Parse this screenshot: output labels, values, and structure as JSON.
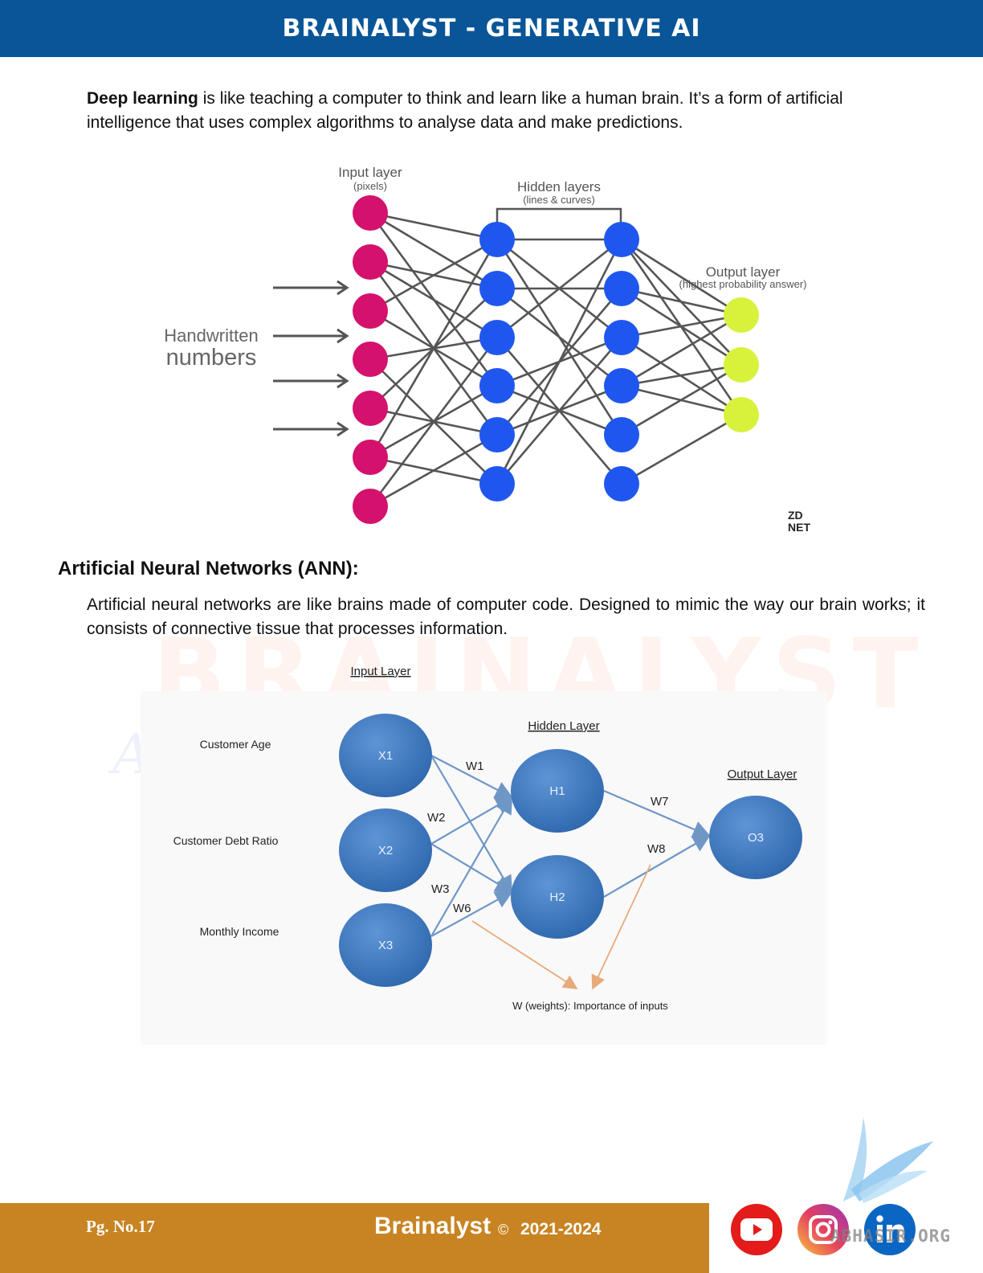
{
  "header": {
    "title": "BRAINALYST - GENERATIVE AI"
  },
  "intro": {
    "bold": "Deep learning",
    "rest": " is like teaching a computer to think and learn like a human brain. It’s a form of artificial intelligence that uses complex algorithms to analyse data and make predictions."
  },
  "figure1": {
    "input_title": "Input layer",
    "input_sub": "(pixels)",
    "hidden_title": "Hidden layers",
    "hidden_sub": "(lines & curves)",
    "output_title": "Output layer",
    "output_sub": "(highest probability answer)",
    "side_label_1": "Handwritten",
    "side_label_2": "numbers",
    "logo_top": "ZD",
    "logo_bottom": "NET",
    "colors": {
      "input": "#d4116c",
      "hidden": "#1f57ee",
      "output": "#d8f23c",
      "edge": "#555555"
    }
  },
  "section": {
    "title": "Artificial Neural Networks (ANN):",
    "body": "Artificial neural networks are like brains made of computer code. Designed to mimic the way our brain works; it consists of connective tissue that processes information."
  },
  "watermark": {
    "big": "BRAINALYST",
    "script": "A Data Science Company"
  },
  "figure2": {
    "input_layer": "Input Layer",
    "hidden_layer": "Hidden Layer",
    "output_layer": "Output Layer",
    "labels": [
      "Customer Age",
      "Customer Debt Ratio",
      "Monthly Income"
    ],
    "nodes": [
      "X1",
      "X2",
      "X3",
      "H1",
      "H2",
      "O3"
    ],
    "weights": [
      "W1",
      "W2",
      "W3",
      "W6",
      "W7",
      "W8"
    ],
    "note": "W (weights): Importance of inputs"
  },
  "footer": {
    "page": "Pg. No.17",
    "brand": "Brainalyst",
    "copyright": "©",
    "years": "2021-2024",
    "watermark": "ABHASIR.ORG"
  }
}
